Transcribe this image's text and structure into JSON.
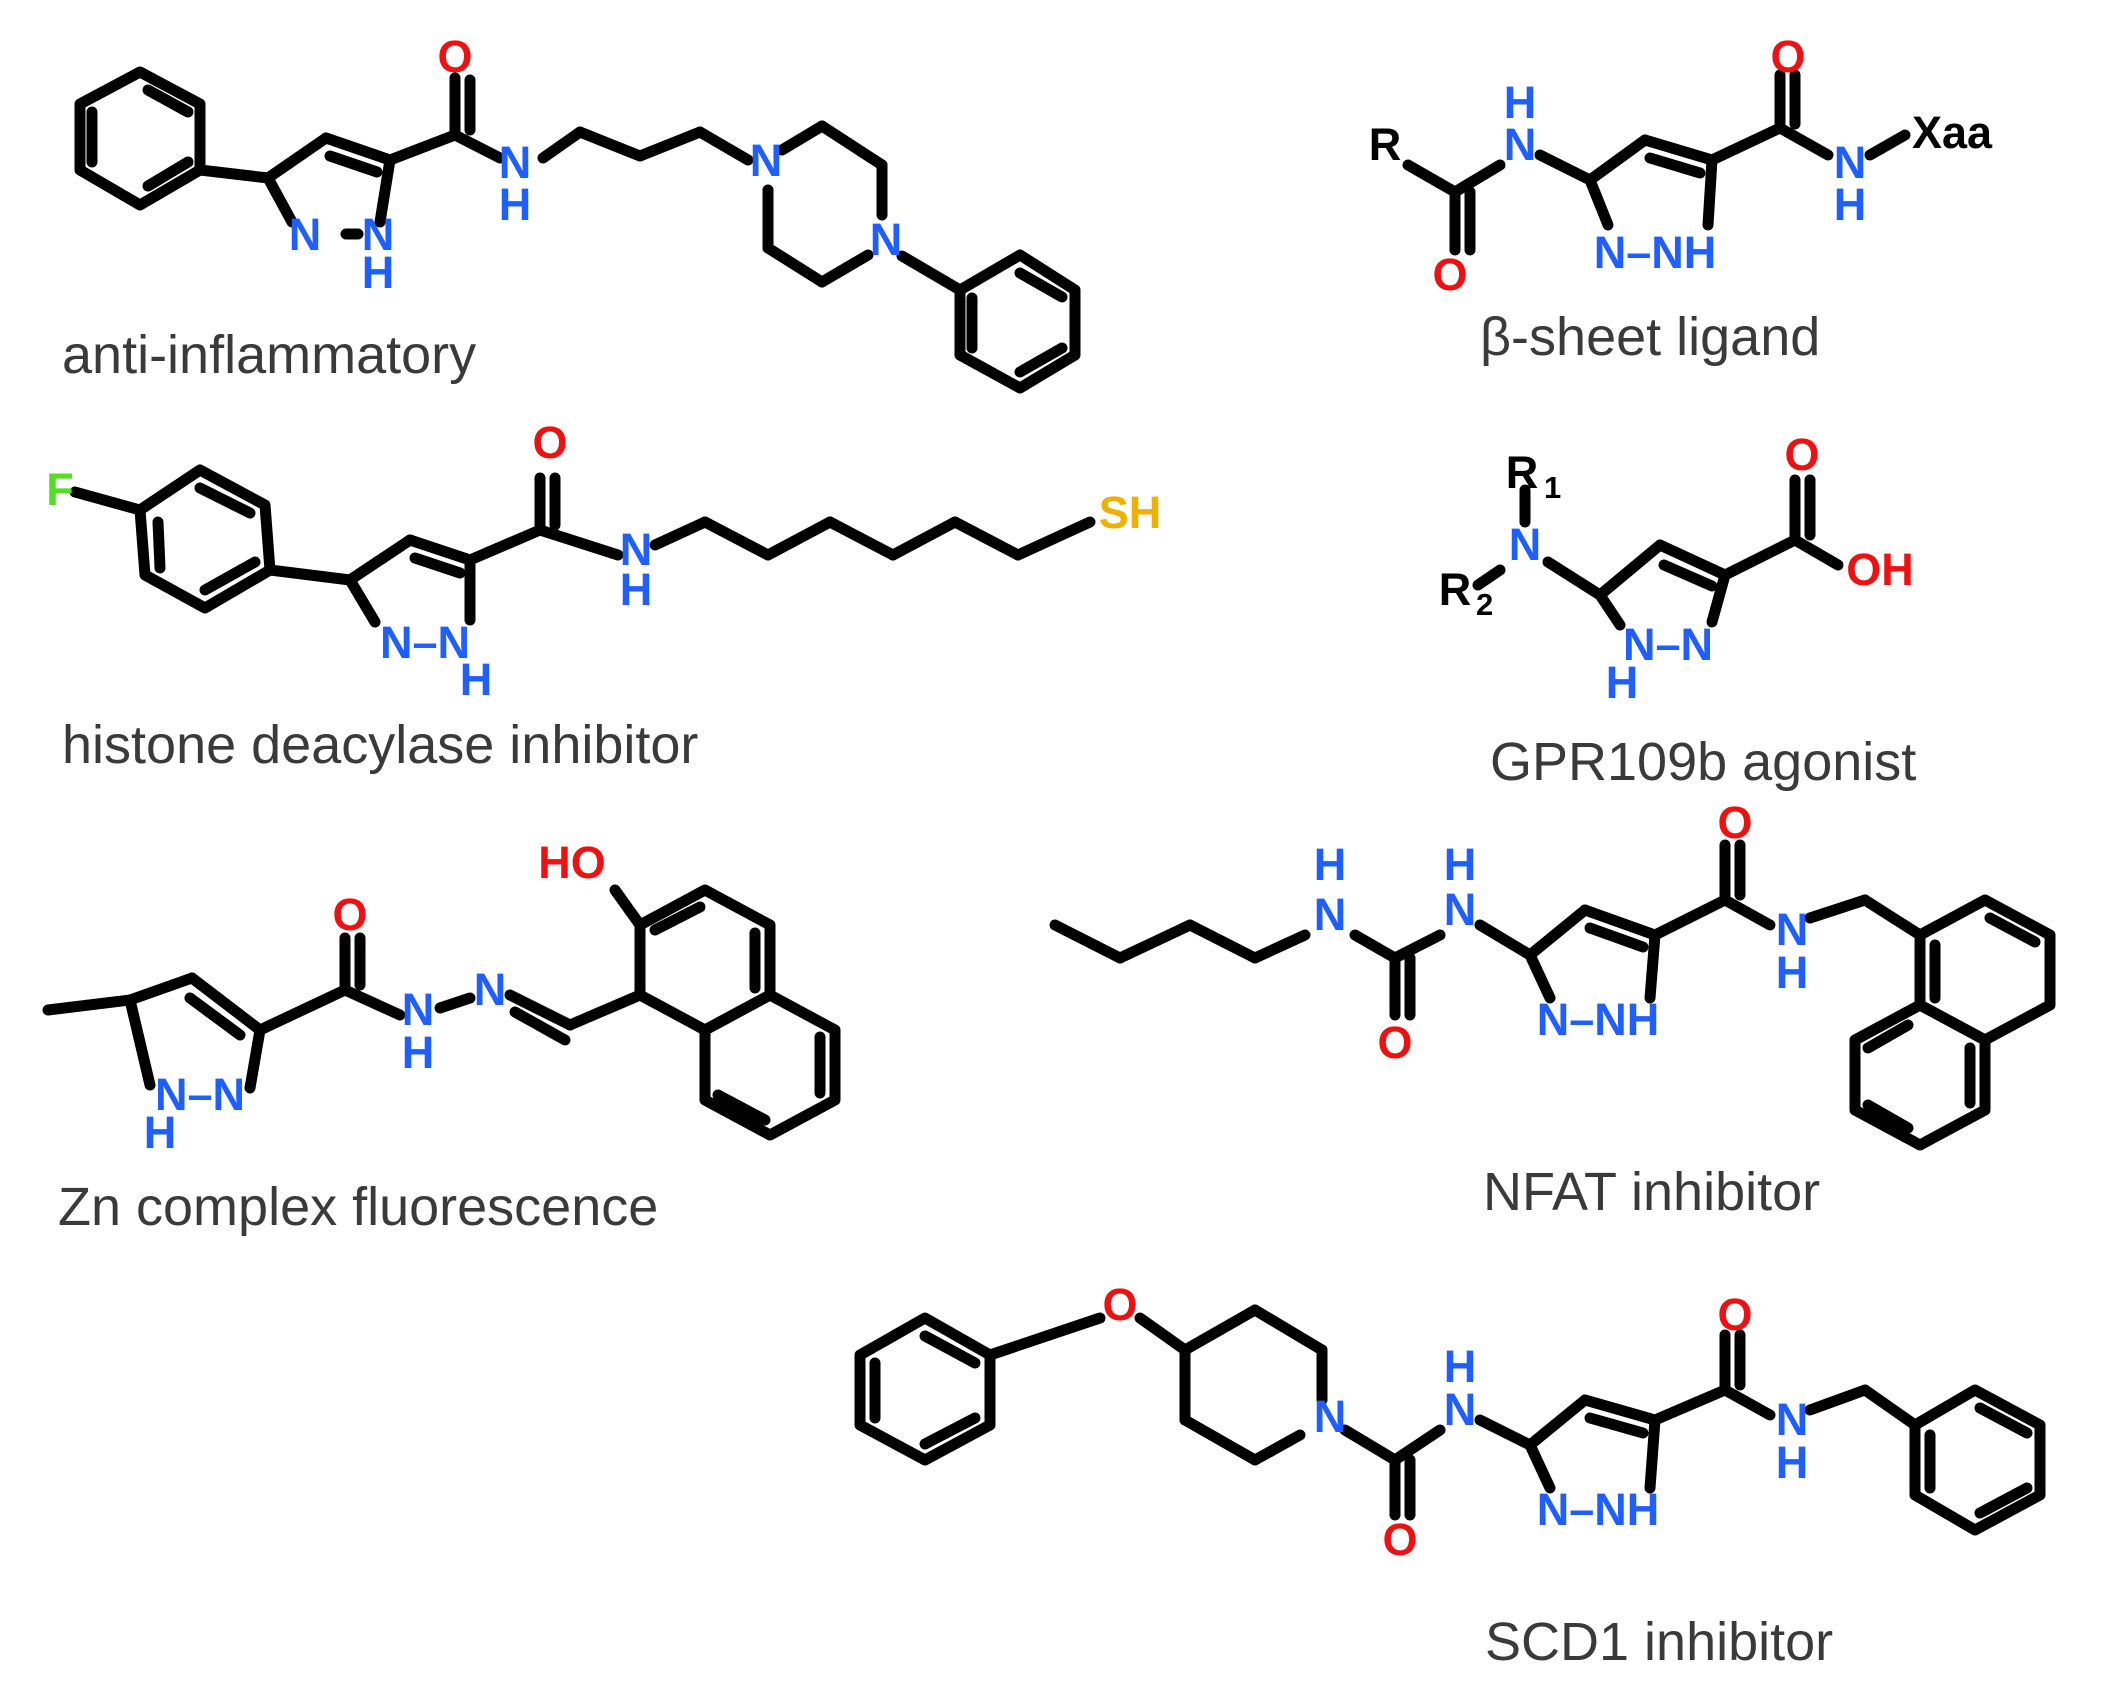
{
  "colors": {
    "bond": "#000000",
    "N": "#1f5fff",
    "O": "#ee1111",
    "F": "#55dd22",
    "S": "#f0b000",
    "R": "#000000",
    "caption": "#3a3a3a"
  },
  "captions": {
    "anti_inflammatory": "anti-inflammatory",
    "beta_sheet": "β-sheet ligand",
    "hdac": "histone deacylase inhibitor",
    "gpr109b": "GPR109b agonist",
    "zn": "Zn complex fluorescence",
    "nfat": "NFAT inhibitor",
    "scd1": "SCD1 inhibitor"
  },
  "molecules": [
    {
      "id": "anti-inflammatory",
      "atoms": [
        {
          "l": "O",
          "c": "O"
        },
        {
          "l": "N",
          "c": "N"
        },
        {
          "l": "H",
          "c": "N"
        },
        {
          "l": "N",
          "c": "N"
        },
        {
          "l": "N",
          "c": "N"
        },
        {
          "l": "N",
          "c": "N"
        },
        {
          "l": "N",
          "c": "N"
        },
        {
          "l": "H",
          "c": "N"
        },
        {
          "l": "–",
          "c": "N"
        }
      ]
    },
    {
      "id": "beta-sheet-ligand",
      "atoms": [
        {
          "l": "R",
          "c": "R"
        },
        {
          "l": "H",
          "c": "N"
        },
        {
          "l": "N",
          "c": "N"
        },
        {
          "l": "O",
          "c": "O"
        },
        {
          "l": "O",
          "c": "O"
        },
        {
          "l": "N",
          "c": "N"
        },
        {
          "l": "H",
          "c": "N"
        },
        {
          "l": "Xaa",
          "c": "R"
        },
        {
          "l": "N–NH",
          "c": "N"
        }
      ]
    },
    {
      "id": "histone-deacylase-inhibitor",
      "atoms": [
        {
          "l": "F",
          "c": "F"
        },
        {
          "l": "O",
          "c": "O"
        },
        {
          "l": "N",
          "c": "N"
        },
        {
          "l": "H",
          "c": "N"
        },
        {
          "l": "SH",
          "c": "S"
        },
        {
          "l": "N–N",
          "c": "N"
        },
        {
          "l": "H",
          "c": "N"
        }
      ]
    },
    {
      "id": "gpr109b-agonist",
      "atoms": [
        {
          "l": "R",
          "c": "R",
          "sub": "1"
        },
        {
          "l": "N",
          "c": "N"
        },
        {
          "l": "R",
          "c": "R",
          "sub": "2"
        },
        {
          "l": "O",
          "c": "O"
        },
        {
          "l": "OH",
          "c": "O"
        },
        {
          "l": "N–N",
          "c": "N"
        },
        {
          "l": "H",
          "c": "N"
        }
      ]
    },
    {
      "id": "zn-complex-fluorescence",
      "atoms": [
        {
          "l": "HO",
          "c": "O"
        },
        {
          "l": "O",
          "c": "O"
        },
        {
          "l": "N",
          "c": "N"
        },
        {
          "l": "N",
          "c": "N"
        },
        {
          "l": "H",
          "c": "N"
        },
        {
          "l": "N–N",
          "c": "N"
        },
        {
          "l": "H",
          "c": "N"
        }
      ]
    },
    {
      "id": "nfat-inhibitor",
      "atoms": [
        {
          "l": "H",
          "c": "N"
        },
        {
          "l": "N",
          "c": "N"
        },
        {
          "l": "H",
          "c": "N"
        },
        {
          "l": "N",
          "c": "N"
        },
        {
          "l": "O",
          "c": "O"
        },
        {
          "l": "O",
          "c": "O"
        },
        {
          "l": "N",
          "c": "N"
        },
        {
          "l": "H",
          "c": "N"
        },
        {
          "l": "N–NH",
          "c": "N"
        }
      ]
    },
    {
      "id": "scd1-inhibitor",
      "atoms": [
        {
          "l": "O",
          "c": "O"
        },
        {
          "l": "N",
          "c": "N"
        },
        {
          "l": "H",
          "c": "N"
        },
        {
          "l": "N",
          "c": "N"
        },
        {
          "l": "O",
          "c": "O"
        },
        {
          "l": "O",
          "c": "O"
        },
        {
          "l": "N",
          "c": "N"
        },
        {
          "l": "H",
          "c": "N"
        },
        {
          "l": "N–NH",
          "c": "N"
        }
      ]
    }
  ]
}
